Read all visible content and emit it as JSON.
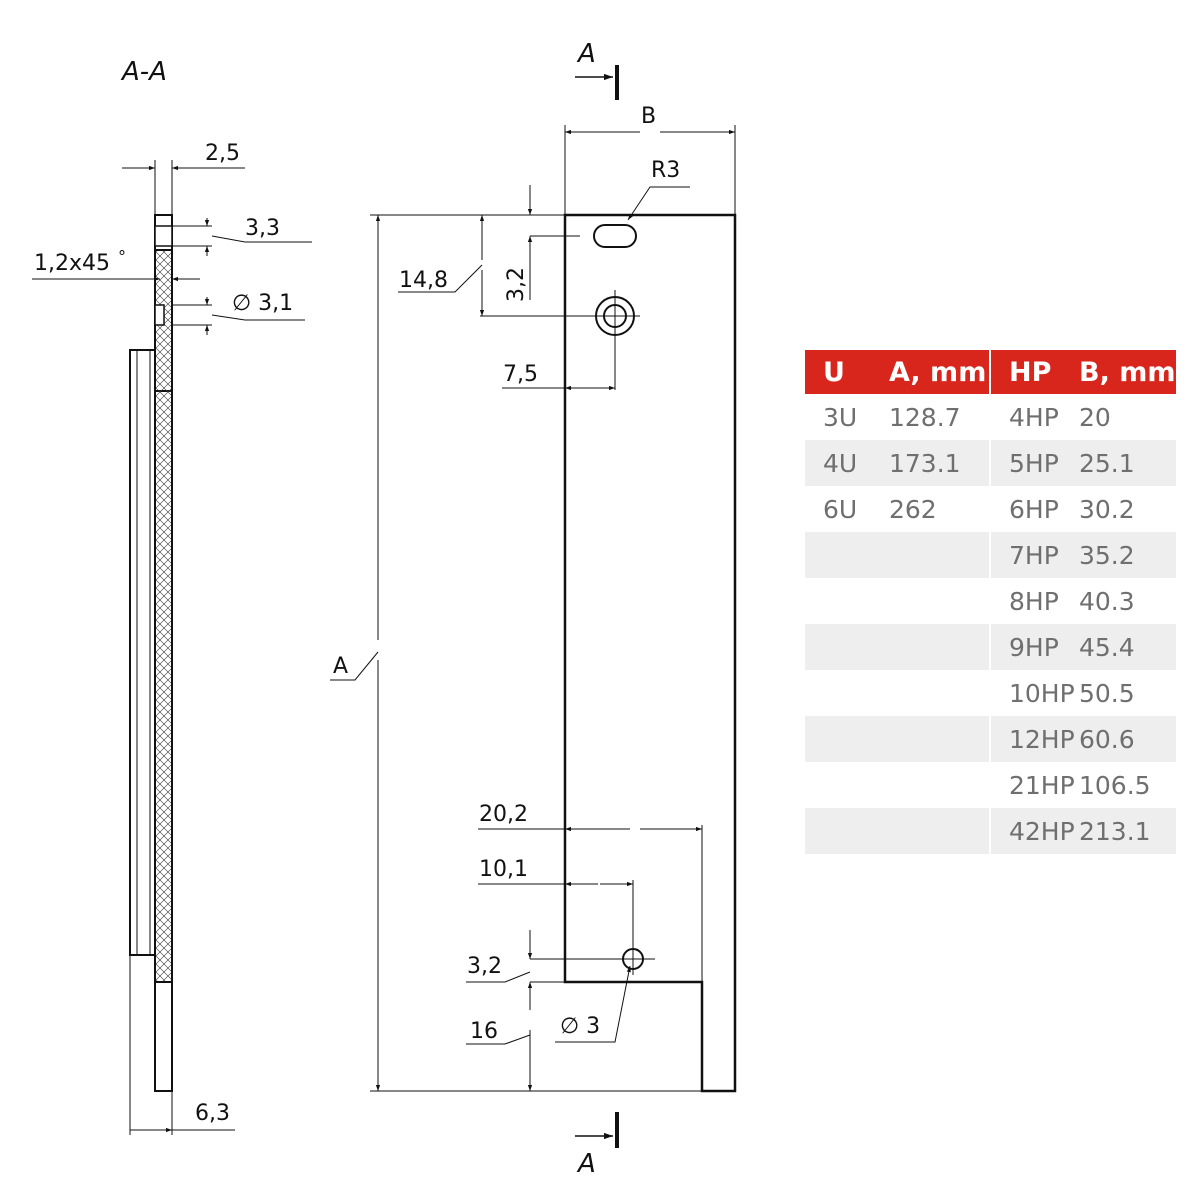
{
  "section_view": {
    "title": "A-A",
    "dims": {
      "thickness": "2,5",
      "slot_depth": "3,3",
      "chamfer": "1,2x45",
      "chamfer_degree": "°",
      "hole": "∅ 3,1",
      "overall": "6,3"
    }
  },
  "front_view": {
    "section_mark": "A",
    "width_label": "B",
    "height_label": "A",
    "dims": {
      "radius": "R3",
      "top_offset": "14,8",
      "slot_offset": "3,2",
      "hole_x": "7,5",
      "notch_width": "20,2",
      "bottom_hole_x": "10,1",
      "bottom_hole_y": "3,2",
      "notch_height": "16",
      "bottom_hole_dia": "∅ 3"
    }
  },
  "table": {
    "headers": [
      "U",
      "A, mm",
      "HP",
      "B, mm"
    ],
    "header_color": "#d9261c",
    "stripe_color": "#eeeeee",
    "text_color": "#6f6f6f",
    "rows": [
      [
        "3U",
        "128.7",
        "4HP",
        "20"
      ],
      [
        "4U",
        "173.1",
        "5HP",
        "25.1"
      ],
      [
        "6U",
        "262",
        "6HP",
        "30.2"
      ],
      [
        "",
        "",
        "7HP",
        "35.2"
      ],
      [
        "",
        "",
        "8HP",
        "40.3"
      ],
      [
        "",
        "",
        "9HP",
        "45.4"
      ],
      [
        "",
        "",
        "10HP",
        "50.5"
      ],
      [
        "",
        "",
        "12HP",
        "60.6"
      ],
      [
        "",
        "",
        "21HP",
        "106.5"
      ],
      [
        "",
        "",
        "42HP",
        "213.1"
      ]
    ]
  }
}
